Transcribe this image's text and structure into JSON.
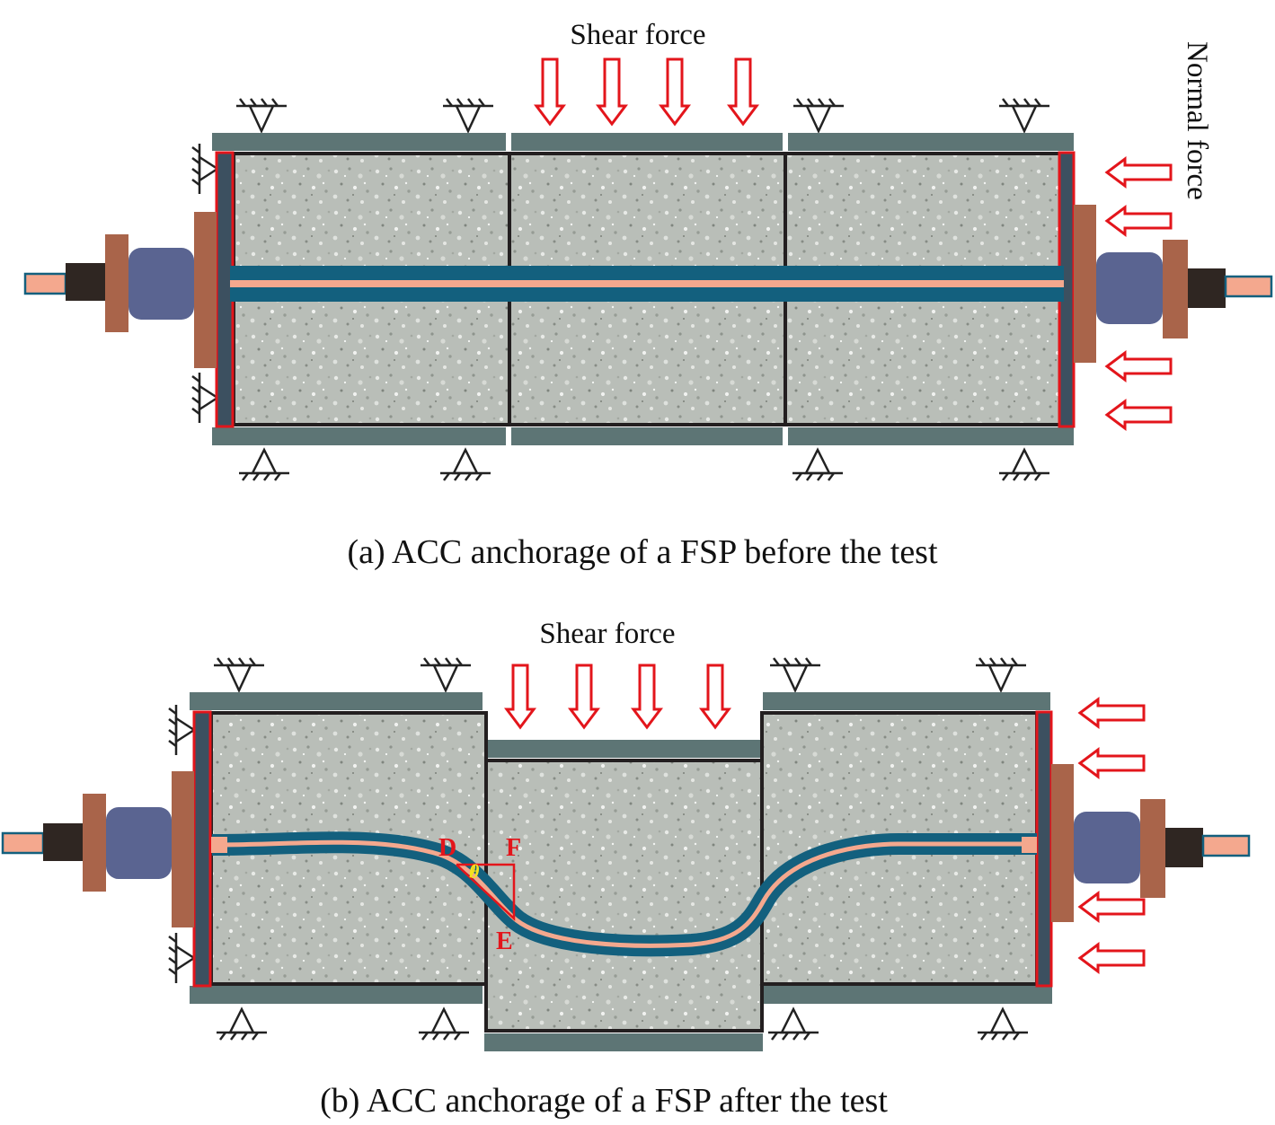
{
  "figure": {
    "panel_a": {
      "caption": "(a) ACC anchorage of a FSP before the test",
      "shear_label": "Shear force",
      "normal_label": "Normal force"
    },
    "panel_b": {
      "caption": "(b) ACC anchorage of a FSP after the test",
      "shear_label": "Shear force",
      "points": {
        "d": "D",
        "f": "F",
        "e": "E"
      },
      "angle": "θ"
    }
  },
  "colors": {
    "steel_plate": "#5d7575",
    "concrete": "#b9beb8",
    "bolt_sheath": "#13607e",
    "bolt_core": "#f4a88e",
    "end_plate": "#a9644a",
    "nut": "#5a6491",
    "washer": "#2f2622",
    "red": "#e3151b"
  }
}
